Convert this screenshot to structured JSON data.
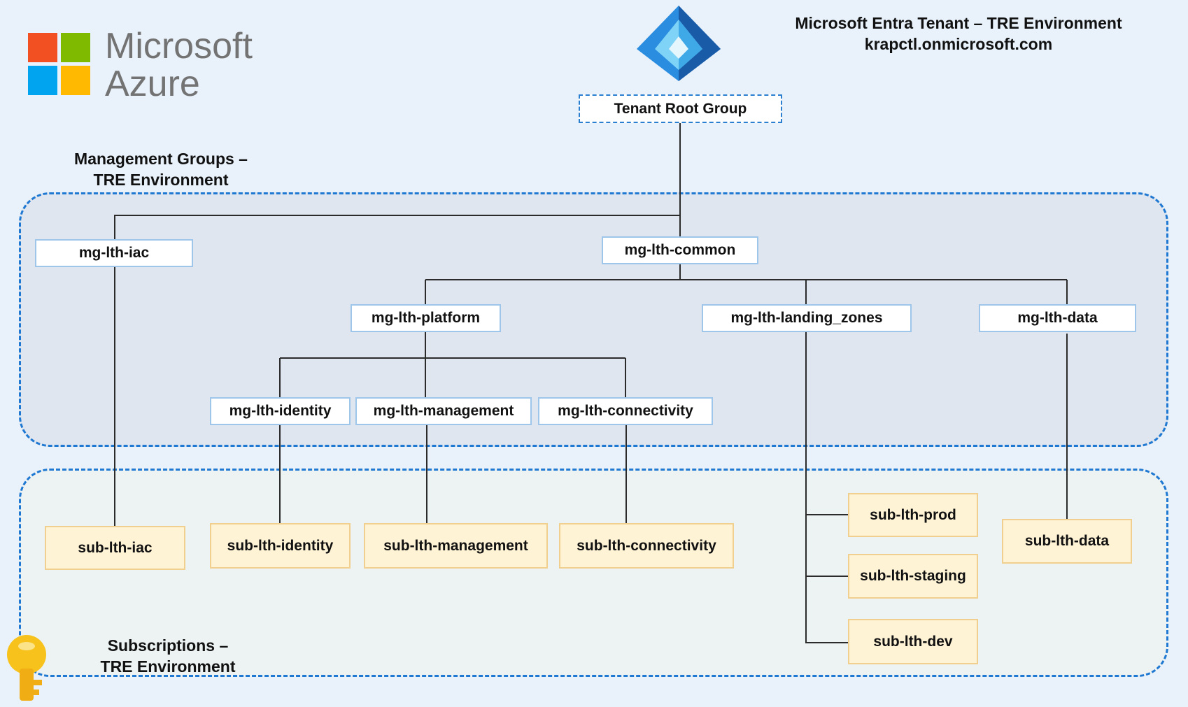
{
  "header": {
    "brand": {
      "line1": "Microsoft",
      "line2": "Azure"
    },
    "tenant_title": "Microsoft Entra Tenant – TRE Environment",
    "tenant_domain": "krapctl.onmicrosoft.com"
  },
  "root": {
    "label": "Tenant Root Group"
  },
  "regions": {
    "management": {
      "line1": "Management Groups –",
      "line2": "TRE Environment"
    },
    "subscriptions": {
      "line1": "Subscriptions –",
      "line2": "TRE Environment"
    }
  },
  "management_groups": {
    "iac": "mg-lth-iac",
    "common": "mg-lth-common",
    "platform": "mg-lth-platform",
    "landing_zones": "mg-lth-landing_zones",
    "data": "mg-lth-data",
    "identity": "mg-lth-identity",
    "management": "mg-lth-management",
    "connectivity": "mg-lth-connectivity"
  },
  "subscriptions": {
    "iac": "sub-lth-iac",
    "identity": "sub-lth-identity",
    "management": "sub-lth-management",
    "connectivity": "sub-lth-connectivity",
    "prod": "sub-lth-prod",
    "staging": "sub-lth-staging",
    "dev": "sub-lth-dev",
    "data": "sub-lth-data"
  },
  "colors": {
    "microsoft_logo": [
      "#f25022",
      "#7fba00",
      "#00a4ef",
      "#ffb900"
    ],
    "dashed_border": "#1f78d1",
    "mg_box_border": "#9dc6ea",
    "sub_box_fill": "#fff3d6"
  },
  "icons": [
    "microsoft-logo-icon",
    "entra-id-icon",
    "key-icon"
  ]
}
